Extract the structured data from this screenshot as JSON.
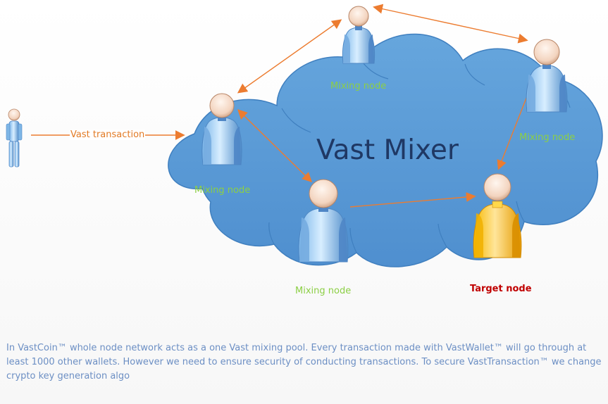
{
  "diagram": {
    "title": "Vast Mixer",
    "edge_label": "Vast transaction",
    "mixing_node_label": "Mixing node",
    "target_node_label": "Target node",
    "description": "In VastCoin™ whole node network acts as a one Vast mixing pool. Every transaction made with VastWallet™ will go through at least 1000 other wallets. However we need to ensure security of conducting transactions. To secure VastTransaction™ we change crypto key generation algo",
    "colors": {
      "cloud": "#5b9bd5",
      "cloud_edge": "#3f7fbf",
      "arrow": "#ec7c30",
      "mixing_label": "#8ccf45",
      "target_label": "#c00000",
      "title": "#1f3864",
      "person_body": "#a9d3f5",
      "person_dark": "#4b86c6",
      "target_body": "#ffc000"
    },
    "icons": {
      "sender": "person-icon",
      "mixing": "person-icon",
      "target": "person-icon"
    }
  }
}
